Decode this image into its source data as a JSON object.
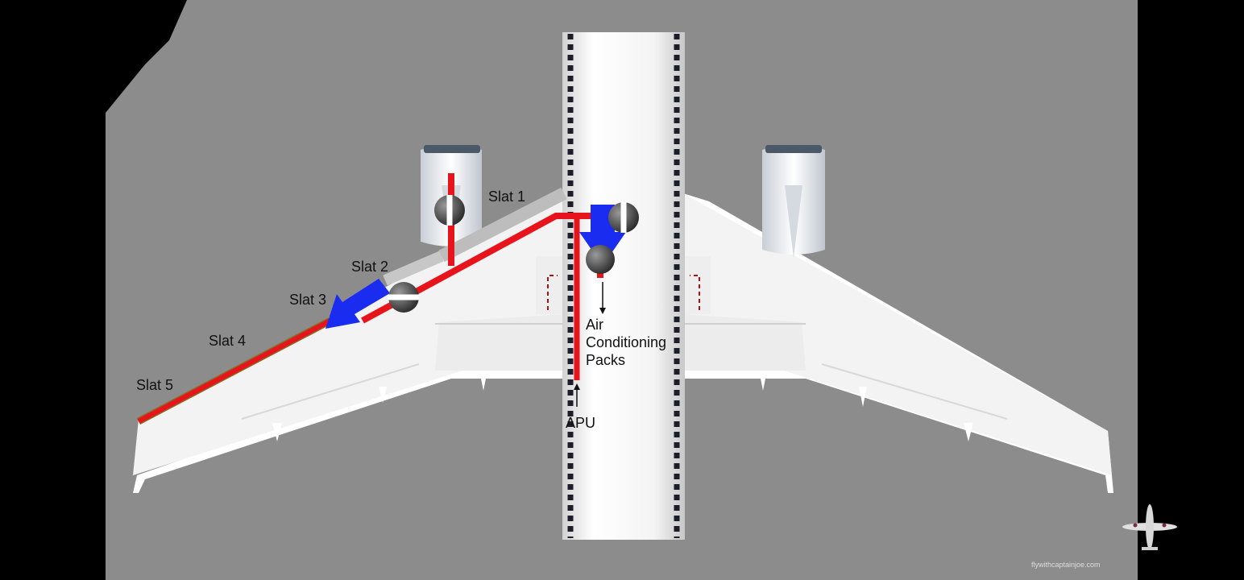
{
  "labels": {
    "slat1": "Slat 1",
    "slat2": "Slat 2",
    "slat3": "Slat 3",
    "slat4": "Slat 4",
    "slat5": "Slat 5",
    "packs_line1": "Air",
    "packs_line2": "Conditioning",
    "packs_line3": "Packs",
    "apu": "APU"
  },
  "watermark": "flywithcaptainjoe.com",
  "colors": {
    "background": "#8c8c8c",
    "letterbox": "#000000",
    "airframe": "#f2f2f2",
    "bleed_duct": "#e8141b",
    "airflow_arrow": "#1a2cf0",
    "window_marks": "#1e1e2a"
  },
  "icons": {
    "valves": "valve-icon",
    "airflow": "airflow-arrow-icon",
    "logo": "spitfire-logo-icon"
  }
}
